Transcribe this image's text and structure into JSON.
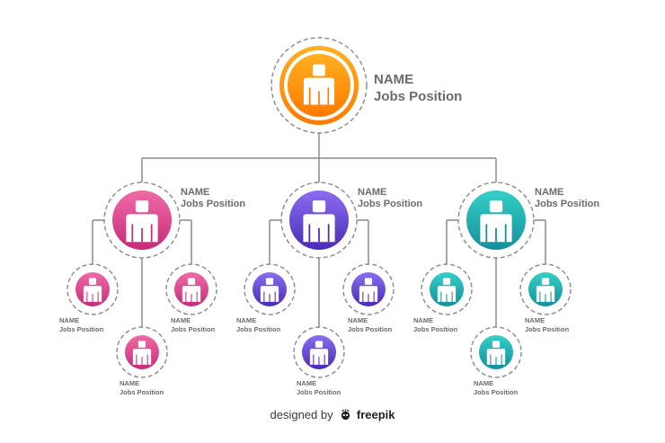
{
  "colors": {
    "line": "#8a8a8a",
    "dashed_ring": "#8a8a8a",
    "text": "#6b6b6b",
    "orange": [
      "#ffb020",
      "#ff7a00"
    ],
    "pink": [
      "#f06aa6",
      "#c72c78"
    ],
    "purple": [
      "#8a6ef0",
      "#4b2ab8"
    ],
    "teal": [
      "#34d0c8",
      "#158f9a"
    ]
  },
  "root": {
    "name": "NAME",
    "position": "Jobs Position",
    "color": "orange",
    "icon": "person-icon"
  },
  "managers": [
    {
      "name": "NAME",
      "position": "Jobs Position",
      "color": "pink",
      "icon": "person-icon",
      "reports": [
        {
          "name": "NAME",
          "position": "Jobs Position"
        },
        {
          "name": "NAME",
          "position": "Jobs Position"
        },
        {
          "name": "NAME",
          "position": "Jobs Position"
        }
      ]
    },
    {
      "name": "NAME",
      "position": "Jobs Position",
      "color": "purple",
      "icon": "person-icon",
      "reports": [
        {
          "name": "NAME",
          "position": "Jobs Position"
        },
        {
          "name": "NAME",
          "position": "Jobs Position"
        },
        {
          "name": "NAME",
          "position": "Jobs Position"
        }
      ]
    },
    {
      "name": "NAME",
      "position": "Jobs Position",
      "color": "teal",
      "icon": "person-icon",
      "reports": [
        {
          "name": "NAME",
          "position": "Jobs Position"
        },
        {
          "name": "NAME",
          "position": "Jobs Position"
        },
        {
          "name": "NAME",
          "position": "Jobs Position"
        }
      ]
    }
  ],
  "footer": {
    "prefix": "designed by",
    "brand": "freepik",
    "icon": "freepik-logo-icon"
  }
}
